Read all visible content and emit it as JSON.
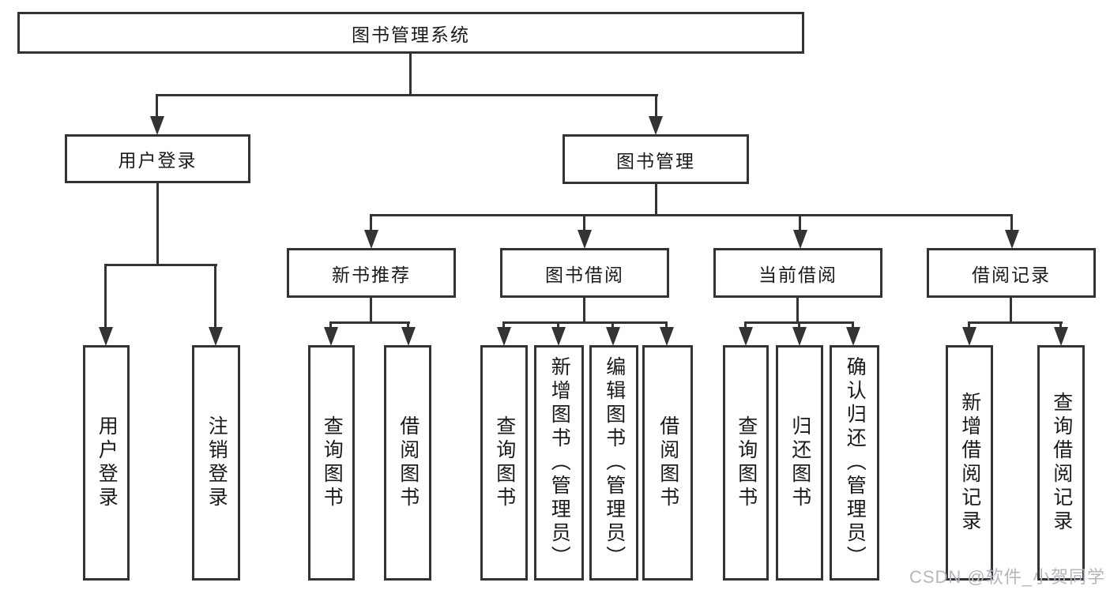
{
  "diagram_title": "图书管理系统",
  "nodes": {
    "root": "图书管理系统",
    "user_login": "用户登录",
    "book_mgmt": "图书管理",
    "new_book_rec": "新书推荐",
    "book_borrow": "图书借阅",
    "current_borrow": "当前借阅",
    "borrow_records": "借阅记录",
    "leaf_user_login": "用户登录",
    "leaf_logout": "注销登录",
    "leaf_nb_query": "查询图书",
    "leaf_nb_borrow": "借阅图书",
    "leaf_bb_query": "查询图书",
    "leaf_bb_add": "新增图书（管理员）",
    "leaf_bb_edit": "编辑图书（管理员）",
    "leaf_bb_borrow": "借阅图书",
    "leaf_cb_query": "查询图书",
    "leaf_cb_return": "归还图书",
    "leaf_cb_confirm": "确认归还（管理员）",
    "leaf_br_add": "新增借阅记录",
    "leaf_br_query": "查询借阅记录"
  },
  "watermark": "CSDN @软件_小贺同学",
  "colors": {
    "line": "#333333",
    "text": "#1a1a1a",
    "watermark": "#b3b7bd",
    "background": "#ffffff"
  }
}
